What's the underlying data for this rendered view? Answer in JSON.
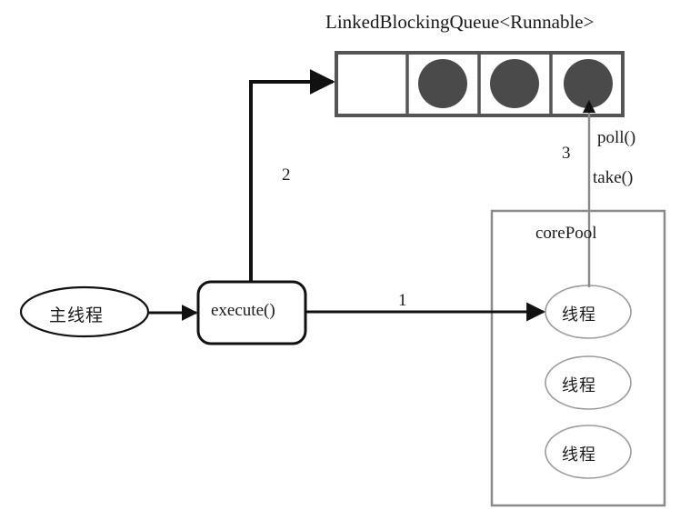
{
  "diagram": {
    "title": "LinkedBlockingQueue<Runnable>",
    "colors": {
      "ink": "#1a1a1a",
      "queue_border": "#555555",
      "task_fill": "#4a4a4a",
      "pool_border": "#8a8a8a",
      "gray_arrow": "#8a8a8a",
      "background": "#ffffff"
    },
    "queue": {
      "label": "LinkedBlockingQueue<Runnable>",
      "cells": [
        {
          "name": "queue-cell-empty",
          "filled": false
        },
        {
          "name": "queue-cell-task-1",
          "filled": true
        },
        {
          "name": "queue-cell-task-2",
          "filled": true
        },
        {
          "name": "queue-cell-task-3",
          "filled": true
        }
      ]
    },
    "main_thread": {
      "label": "主线程"
    },
    "execute": {
      "label": "execute()"
    },
    "core_pool": {
      "label": "corePool",
      "threads": [
        {
          "label": "线程"
        },
        {
          "label": "线程"
        },
        {
          "label": "线程"
        }
      ]
    },
    "edges": [
      {
        "name": "edge-main-to-execute",
        "label": ""
      },
      {
        "name": "edge-execute-to-thread",
        "label": "1"
      },
      {
        "name": "edge-execute-to-queue",
        "label": "2"
      },
      {
        "name": "edge-queue-to-thread",
        "label": "3"
      }
    ],
    "annotations": {
      "step_1": "1",
      "step_2": "2",
      "step_3": "3",
      "poll": "poll()",
      "take": "take()"
    }
  }
}
